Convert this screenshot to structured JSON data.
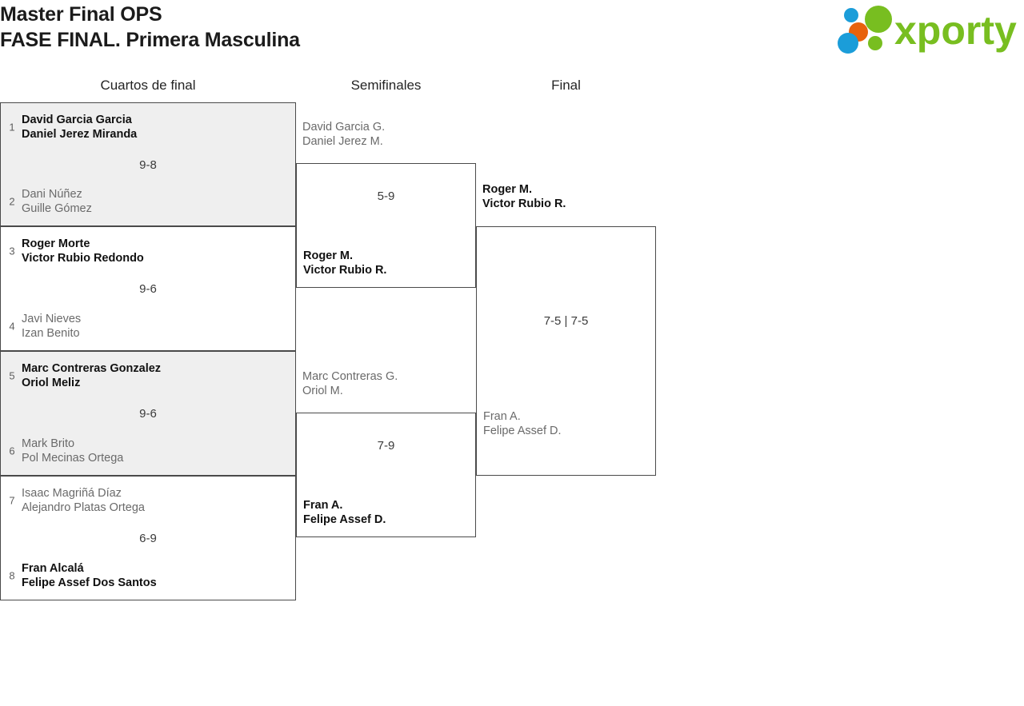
{
  "header": {
    "title_line1": "Master Final OPS",
    "title_line2": "FASE FINAL. Primera Masculina",
    "logo_text": "xporty",
    "logo_colors": {
      "green": "#78BE20",
      "blue": "#1B9DD9",
      "orange": "#E8620C"
    }
  },
  "rounds": [
    {
      "label": "Cuartos de final"
    },
    {
      "label": "Semifinales"
    },
    {
      "label": "Final"
    }
  ],
  "colors": {
    "shaded_row": "#efefef",
    "border": "#4a4a4a",
    "winner_text": "#111111",
    "loser_text": "#6a6a6a",
    "seed_text": "#5e5e5e"
  },
  "bracket": {
    "quarterfinals": [
      {
        "score": "9-8",
        "top": {
          "seed": "1",
          "player1": "David Garcia Garcia",
          "player2": "Daniel Jerez Miranda",
          "result": "winner"
        },
        "bottom": {
          "seed": "2",
          "player1": "Dani Núñez",
          "player2": "Guille Gómez",
          "result": "loser"
        }
      },
      {
        "score": "9-6",
        "top": {
          "seed": "3",
          "player1": "Roger Morte",
          "player2": "Victor Rubio Redondo",
          "result": "winner"
        },
        "bottom": {
          "seed": "4",
          "player1": "Javi Nieves",
          "player2": "Izan Benito",
          "result": "loser"
        }
      },
      {
        "score": "9-6",
        "top": {
          "seed": "5",
          "player1": "Marc Contreras Gonzalez",
          "player2": "Oriol Meliz",
          "result": "winner"
        },
        "bottom": {
          "seed": "6",
          "player1": "Mark Brito",
          "player2": "Pol Mecinas Ortega",
          "result": "loser"
        }
      },
      {
        "score": "6-9",
        "top": {
          "seed": "7",
          "player1": "Isaac Magriñá Díaz",
          "player2": "Alejandro Platas Ortega",
          "result": "loser"
        },
        "bottom": {
          "seed": "8",
          "player1": "Fran Alcalá",
          "player2": "Felipe Assef Dos Santos",
          "result": "winner"
        }
      }
    ],
    "semifinals": [
      {
        "score": "5-9",
        "top": {
          "player1": "David Garcia G.",
          "player2": "Daniel Jerez M.",
          "result": "loser"
        },
        "bottom": {
          "player1": "Roger M.",
          "player2": "Victor Rubio R.",
          "result": "winner"
        }
      },
      {
        "score": "7-9",
        "top": {
          "player1": "Marc Contreras G.",
          "player2": "Oriol M.",
          "result": "loser"
        },
        "bottom": {
          "player1": "Fran A.",
          "player2": "Felipe Assef D.",
          "result": "winner"
        }
      }
    ],
    "final": [
      {
        "score": "7-5 | 7-5",
        "top": {
          "player1": "Roger M.",
          "player2": "Victor Rubio R.",
          "result": "winner"
        },
        "bottom": {
          "player1": "Fran A.",
          "player2": "Felipe Assef D.",
          "result": "loser"
        }
      }
    ]
  }
}
